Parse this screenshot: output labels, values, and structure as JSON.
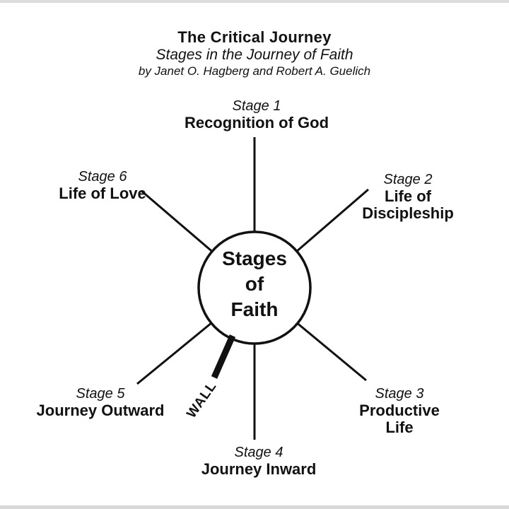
{
  "header": {
    "title": "The Critical Journey",
    "subtitle": "Stages in the Journey of Faith",
    "byline": "by Janet O. Hagberg and Robert A. Guelich"
  },
  "center": {
    "label": "Stages\nof\nFaith"
  },
  "wall": {
    "label": "WALL"
  },
  "stages": [
    {
      "stage": "Stage 1",
      "name": "Recognition of God"
    },
    {
      "stage": "Stage 2",
      "name": "Life of\nDiscipleship"
    },
    {
      "stage": "Stage 3",
      "name": "Productive Life"
    },
    {
      "stage": "Stage 4",
      "name": "Journey Inward"
    },
    {
      "stage": "Stage 5",
      "name": "Journey Outward"
    },
    {
      "stage": "Stage 6",
      "name": "Life of Love"
    }
  ],
  "colors": {
    "ink": "#111111",
    "background": "#ffffff"
  }
}
